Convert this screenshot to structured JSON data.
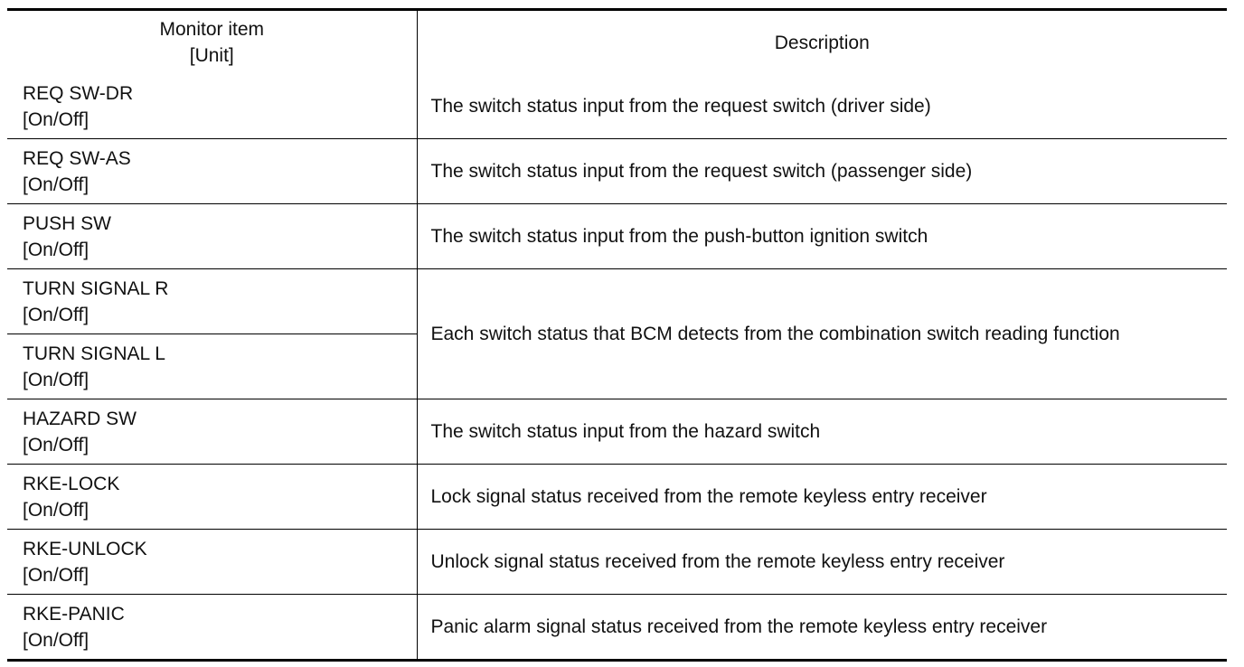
{
  "table": {
    "header": {
      "monitor_item": "Monitor item",
      "unit": "[Unit]",
      "description": "Description"
    },
    "rows": [
      {
        "item": "REQ SW-DR",
        "unit": "[On/Off]",
        "description": "The switch status input from the request switch (driver side)"
      },
      {
        "item": "REQ SW-AS",
        "unit": "[On/Off]",
        "description": "The switch status input from the request switch (passenger side)"
      },
      {
        "item": "PUSH SW",
        "unit": "[On/Off]",
        "description": "The switch status input from the push-button ignition switch"
      },
      {
        "item": "TURN SIGNAL R",
        "unit": "[On/Off]",
        "description": "Each switch status that BCM detects from the combination switch reading function"
      },
      {
        "item": "TURN SIGNAL L",
        "unit": "[On/Off]"
      },
      {
        "item": "HAZARD SW",
        "unit": "[On/Off]",
        "description": "The switch status input from the hazard switch"
      },
      {
        "item": "RKE-LOCK",
        "unit": "[On/Off]",
        "description": "Lock signal status received from the remote keyless entry receiver"
      },
      {
        "item": "RKE-UNLOCK",
        "unit": "[On/Off]",
        "description": "Unlock signal status received from the remote keyless entry receiver"
      },
      {
        "item": "RKE-PANIC",
        "unit": "[On/Off]",
        "description": "Panic alarm signal status received from the remote keyless entry receiver"
      }
    ]
  }
}
